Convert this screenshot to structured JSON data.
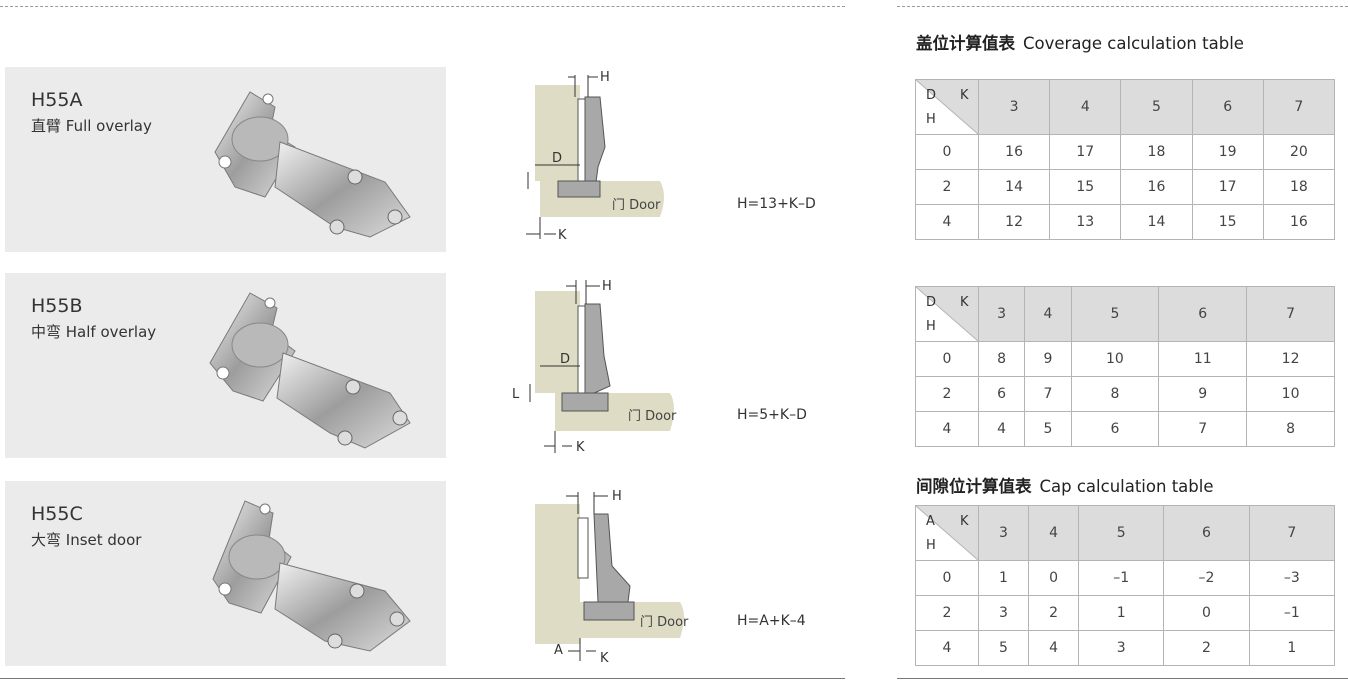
{
  "hinges": [
    {
      "model": "H55A",
      "desc": "直臂 Full overlay",
      "formula": "H=13+K–D",
      "labels": {
        "h": "H",
        "d": "D",
        "k": "K",
        "door": "门 Door"
      }
    },
    {
      "model": "H55B",
      "desc": "中弯 Half overlay",
      "formula": "H=5+K–D",
      "labels": {
        "h": "H",
        "d": "D",
        "k": "K",
        "l": "L",
        "door": "门 Door"
      }
    },
    {
      "model": "H55C",
      "desc": "大弯 Inset door",
      "formula": "H=A+K–4",
      "labels": {
        "h": "H",
        "a": "A",
        "k": "K",
        "door": "门 Door"
      }
    }
  ],
  "tables": [
    {
      "title_cn": "盖位计算值表",
      "title_en": "Coverage calculation table",
      "corner": {
        "top_left": "D",
        "top_right": "K",
        "bottom_left": "H"
      },
      "columns": [
        "3",
        "4",
        "5",
        "6",
        "7"
      ],
      "rows": [
        {
          "h": "0",
          "values": [
            "16",
            "17",
            "18",
            "19",
            "20"
          ]
        },
        {
          "h": "2",
          "values": [
            "14",
            "15",
            "16",
            "17",
            "18"
          ]
        },
        {
          "h": "4",
          "values": [
            "12",
            "13",
            "14",
            "15",
            "16"
          ]
        }
      ]
    },
    {
      "title_cn": "",
      "title_en": "",
      "corner": {
        "top_left": "D",
        "top_right": "K",
        "bottom_left": "H"
      },
      "columns": [
        "3",
        "4",
        "5",
        "6",
        "7"
      ],
      "rows": [
        {
          "h": "0",
          "values": [
            "8",
            "9",
            "10",
            "11",
            "12"
          ]
        },
        {
          "h": "2",
          "values": [
            "6",
            "7",
            "8",
            "9",
            "10"
          ]
        },
        {
          "h": "4",
          "values": [
            "4",
            "5",
            "6",
            "7",
            "8"
          ]
        }
      ]
    },
    {
      "title_cn": "间隙位计算值表",
      "title_en": "Cap calculation table",
      "corner": {
        "top_left": "A",
        "top_right": "K",
        "bottom_left": "H"
      },
      "columns": [
        "3",
        "4",
        "5",
        "6",
        "7"
      ],
      "rows": [
        {
          "h": "0",
          "values": [
            "1",
            "0",
            "–1",
            "–2",
            "–3"
          ]
        },
        {
          "h": "2",
          "values": [
            "3",
            "2",
            "1",
            "0",
            "–1"
          ]
        },
        {
          "h": "4",
          "values": [
            "5",
            "4",
            "3",
            "2",
            "1"
          ]
        }
      ]
    }
  ],
  "colors": {
    "card_bg": "#ebebeb",
    "board": "#dedcc4",
    "header_bg": "#dcdcdc",
    "metal": "#a8a8a8"
  }
}
